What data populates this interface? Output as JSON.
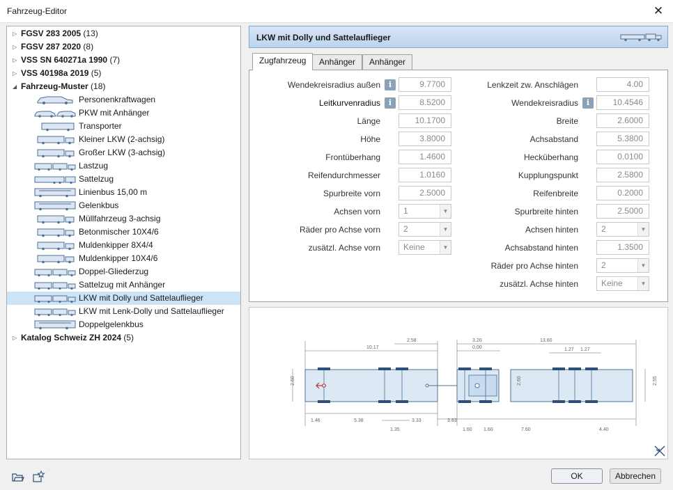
{
  "window": {
    "title": "Fahrzeug-Editor"
  },
  "tree": [
    {
      "type": "cat",
      "label": "FGSV 283 2005",
      "count": "(13)",
      "expanded": false
    },
    {
      "type": "cat",
      "label": "FGSV 287 2020",
      "count": "(8)",
      "expanded": false
    },
    {
      "type": "cat",
      "label": "VSS SN 640271a 1990",
      "count": "(7)",
      "expanded": false
    },
    {
      "type": "cat",
      "label": "VSS 40198a 2019",
      "count": "(5)",
      "expanded": false
    },
    {
      "type": "cat",
      "label": "Fahrzeug-Muster",
      "count": "(18)",
      "expanded": true
    },
    {
      "type": "leaf",
      "label": "Personenkraftwagen",
      "icon": "car-icon"
    },
    {
      "type": "leaf",
      "label": "PKW mit Anhänger",
      "icon": "car-trailer-icon"
    },
    {
      "type": "leaf",
      "label": "Transporter",
      "icon": "van-icon"
    },
    {
      "type": "leaf",
      "label": "Kleiner LKW (2-achsig)",
      "icon": "small-truck-icon"
    },
    {
      "type": "leaf",
      "label": "Großer LKW (3-achsig)",
      "icon": "large-truck-icon"
    },
    {
      "type": "leaf",
      "label": "Lastzug",
      "icon": "truck-trailer-icon"
    },
    {
      "type": "leaf",
      "label": "Sattelzug",
      "icon": "semi-truck-icon"
    },
    {
      "type": "leaf",
      "label": "Linienbus 15,00 m",
      "icon": "bus-icon"
    },
    {
      "type": "leaf",
      "label": "Gelenkbus",
      "icon": "articulated-bus-icon"
    },
    {
      "type": "leaf",
      "label": "Müllfahrzeug 3-achsig",
      "icon": "garbage-truck-icon"
    },
    {
      "type": "leaf",
      "label": "Betonmischer 10X4/6",
      "icon": "concrete-mixer-icon"
    },
    {
      "type": "leaf",
      "label": "Muldenkipper 8X4/4",
      "icon": "dump-truck-icon"
    },
    {
      "type": "leaf",
      "label": "Muldenkipper 10X4/6",
      "icon": "dump-truck-icon"
    },
    {
      "type": "leaf",
      "label": "Doppel-Gliederzug",
      "icon": "double-trailer-icon"
    },
    {
      "type": "leaf",
      "label": "Sattelzug  mit Anhänger",
      "icon": "semi-trailer-icon"
    },
    {
      "type": "leaf",
      "label": "LKW mit Dolly und Sattelauflieger",
      "icon": "truck-dolly-icon",
      "selected": true
    },
    {
      "type": "leaf",
      "label": "LKW mit Lenk-Dolly und Sattelauflieger",
      "icon": "truck-dolly-icon"
    },
    {
      "type": "leaf",
      "label": "Doppelgelenkbus",
      "icon": "double-articulated-bus-icon"
    },
    {
      "type": "cat",
      "label": "Katalog Schweiz ZH 2024",
      "count": "(5)",
      "expanded": false
    }
  ],
  "header": {
    "title": "LKW mit Dolly und Sattelauflieger"
  },
  "tabs": [
    "Zugfahrzeug",
    "Anhänger",
    "Anhänger"
  ],
  "left_fields": [
    {
      "label": "Wendekreisradius außen",
      "value": "9.7700",
      "info": true
    },
    {
      "label": "Leitkurvenradius",
      "value": "8.5200",
      "info": true,
      "dark": true
    },
    {
      "label": "Länge",
      "value": "10.1700"
    },
    {
      "label": "Höhe",
      "value": "3.8000"
    },
    {
      "label": "Frontüberhang",
      "value": "1.4600"
    },
    {
      "label": "Reifendurchmesser",
      "value": "1.0160"
    },
    {
      "label": "Spurbreite vorn",
      "value": "2.5000"
    },
    {
      "label": "Achsen vorn",
      "value": "1",
      "combo": true
    },
    {
      "label": "Räder pro Achse vorn",
      "value": "2",
      "combo": true
    },
    {
      "label": "zusätzl. Achse vorn",
      "value": "Keine",
      "combo": true
    }
  ],
  "right_fields": [
    {
      "label": "Lenkzeit zw. Anschlägen",
      "value": "4.00"
    },
    {
      "label": "Wendekreisradius",
      "value": "10.4546",
      "info": true
    },
    {
      "label": "Breite",
      "value": "2.6000"
    },
    {
      "label": "Achsabstand",
      "value": "5.3800"
    },
    {
      "label": "Hecküberhang",
      "value": "0.0100"
    },
    {
      "label": "Kupplungspunkt",
      "value": "2.5800"
    },
    {
      "label": "Reifenbreite",
      "value": "0.2000"
    },
    {
      "label": "Spurbreite hinten",
      "value": "2.5000"
    },
    {
      "label": "Achsen hinten",
      "value": "2",
      "combo": true
    },
    {
      "label": "Achsabstand hinten",
      "value": "1.3500"
    },
    {
      "label": "Räder pro Achse hinten",
      "value": "2",
      "combo": true
    },
    {
      "label": "zusätzl. Achse hinten",
      "value": "Keine",
      "combo": true
    }
  ],
  "drawing": {
    "top_dims": [
      "10.17",
      "2.58",
      "3.20",
      "0.00",
      "13.60",
      "1.27",
      "1.27"
    ],
    "bottom_dims": [
      "1.46",
      "5.38",
      "3.33",
      "1.35",
      "3.83",
      "1.60",
      "1.60",
      "7.60",
      "4.40"
    ],
    "side_dims": [
      "2.60",
      "2.60",
      "2.55"
    ]
  },
  "buttons": {
    "ok": "OK",
    "cancel": "Abbrechen"
  }
}
